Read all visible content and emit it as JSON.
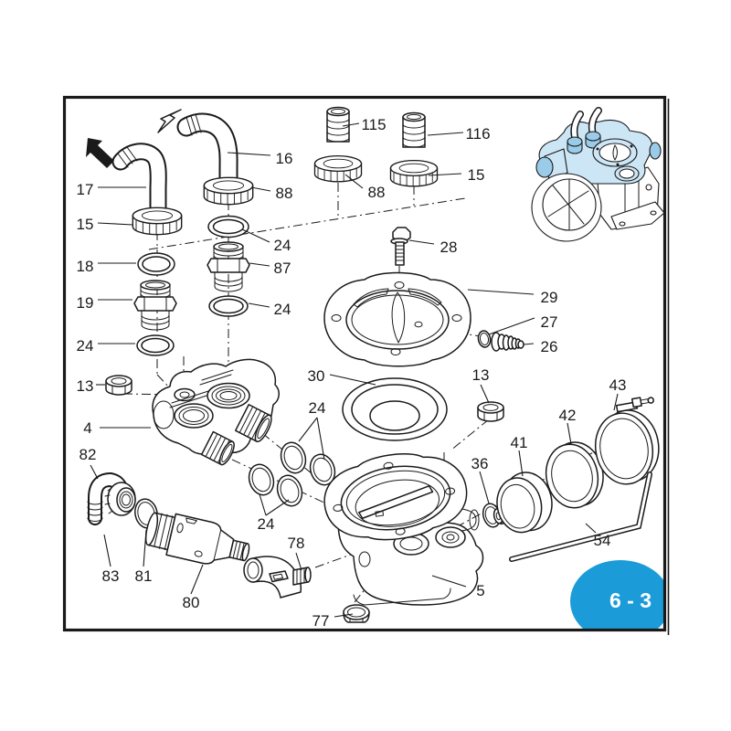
{
  "badge": {
    "label": "6 - 3"
  },
  "colors": {
    "background": "#ffffff",
    "line": "#1a1a1a",
    "badge_blue": "#1b9cd8",
    "badge_text": "#ffffff",
    "thumb_blue_light": "#cde6f6",
    "thumb_blue_mid": "#9acce9"
  },
  "icons": {
    "direction_arrow": "solid-northwest-arrow",
    "detail_arrow": "outline-southwest-arrow"
  },
  "callouts": [
    {
      "part": "17"
    },
    {
      "part": "16"
    },
    {
      "part": "115"
    },
    {
      "part": "116"
    },
    {
      "part": "88"
    },
    {
      "part": "15"
    },
    {
      "part": "15"
    },
    {
      "part": "88"
    },
    {
      "part": "24"
    },
    {
      "part": "18"
    },
    {
      "part": "87"
    },
    {
      "part": "19"
    },
    {
      "part": "24"
    },
    {
      "part": "24"
    },
    {
      "part": "28"
    },
    {
      "part": "29"
    },
    {
      "part": "27"
    },
    {
      "part": "26"
    },
    {
      "part": "13"
    },
    {
      "part": "30"
    },
    {
      "part": "13"
    },
    {
      "part": "43"
    },
    {
      "part": "4"
    },
    {
      "part": "24"
    },
    {
      "part": "42"
    },
    {
      "part": "41"
    },
    {
      "part": "82"
    },
    {
      "part": "36"
    },
    {
      "part": "24"
    },
    {
      "part": "54"
    },
    {
      "part": "83"
    },
    {
      "part": "81"
    },
    {
      "part": "78"
    },
    {
      "part": "80"
    },
    {
      "part": "5"
    },
    {
      "part": "77"
    }
  ]
}
